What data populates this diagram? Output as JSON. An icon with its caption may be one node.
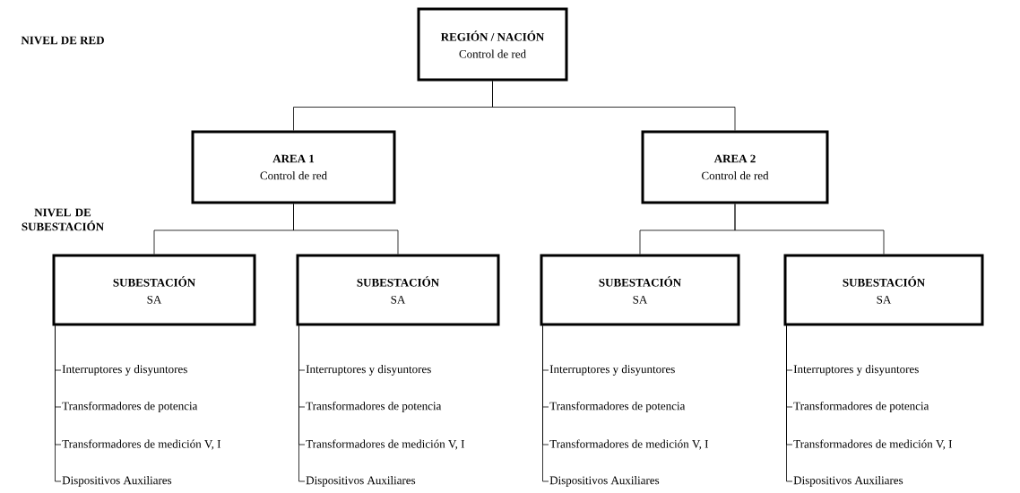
{
  "diagram": {
    "nodes": [
      {
        "text": [
          "REGIÓN / NACIÓN",
          "Control de red"
        ]
      },
      {
        "text": [
          "AREA 1",
          "Control de red"
        ]
      },
      {
        "text": [
          "AREA 2",
          "Control de red"
        ]
      },
      {
        "text": [
          "SUBESTACIÓN",
          "SA"
        ]
      },
      {
        "text": [
          "SUBESTACIÓN",
          "SA"
        ]
      },
      {
        "text": [
          "SUBESTACIÓN",
          "SA"
        ]
      },
      {
        "text": [
          "SUBESTACIÓN",
          "SA"
        ]
      },
      {
        "text": [
          "Interruptores y disyuntores"
        ]
      },
      {
        "text": [
          "Transformadores de potencia"
        ]
      },
      {
        "text": [
          "Transformadores de medición V, I"
        ]
      },
      {
        "text": [
          "Dispositivos Auxiliares"
        ]
      },
      {
        "text": [
          "Interruptores y disyuntores"
        ]
      },
      {
        "text": [
          "Transformadores de potencia"
        ]
      },
      {
        "text": [
          "Transformadores de medición V, I"
        ]
      },
      {
        "text": [
          "Dispositivos Auxiliares"
        ]
      },
      {
        "text": [
          "Interruptores y disyuntores"
        ]
      },
      {
        "text": [
          "Transformadores de potencia"
        ]
      },
      {
        "text": [
          "Transformadores de medición V, I"
        ]
      },
      {
        "text": [
          "Dispositivos Auxiliares"
        ]
      },
      {
        "text": [
          "Interruptores y disyuntores"
        ]
      },
      {
        "text": [
          "Transformadores de potencia"
        ]
      },
      {
        "text": [
          "Transformadores de medición V, I"
        ]
      },
      {
        "text": [
          "Dispositivos Auxiliares"
        ]
      }
    ],
    "edges": [
      {
        "from": 0,
        "to": 1,
        "arrow": "none"
      },
      {
        "from": 0,
        "to": 2,
        "arrow": "none"
      },
      {
        "from": 1,
        "to": 3,
        "arrow": "none"
      },
      {
        "from": 1,
        "to": 4,
        "arrow": "none"
      },
      {
        "from": 2,
        "to": 5,
        "arrow": "none"
      },
      {
        "from": 2,
        "to": 6,
        "arrow": "none"
      },
      {
        "from": 3,
        "to": 7,
        "arrow": "none"
      },
      {
        "from": 3,
        "to": 8,
        "arrow": "none"
      },
      {
        "from": 3,
        "to": 9,
        "arrow": "none"
      },
      {
        "from": 3,
        "to": 10,
        "arrow": "none"
      },
      {
        "from": 4,
        "to": 11,
        "arrow": "none"
      },
      {
        "from": 4,
        "to": 12,
        "arrow": "none"
      },
      {
        "from": 4,
        "to": 13,
        "arrow": "none"
      },
      {
        "from": 4,
        "to": 14,
        "arrow": "none"
      },
      {
        "from": 5,
        "to": 15,
        "arrow": "none"
      },
      {
        "from": 5,
        "to": 16,
        "arrow": "none"
      },
      {
        "from": 5,
        "to": 17,
        "arrow": "none"
      },
      {
        "from": 5,
        "to": 18,
        "arrow": "none"
      },
      {
        "from": 6,
        "to": 19,
        "arrow": "none"
      },
      {
        "from": 6,
        "to": 20,
        "arrow": "none"
      },
      {
        "from": 6,
        "to": 21,
        "arrow": "none"
      },
      {
        "from": 6,
        "to": 22,
        "arrow": "none"
      }
    ],
    "labels": [
      "NIVEL DE RED",
      "NIVEL DE SUBESTACIÓN"
    ]
  }
}
